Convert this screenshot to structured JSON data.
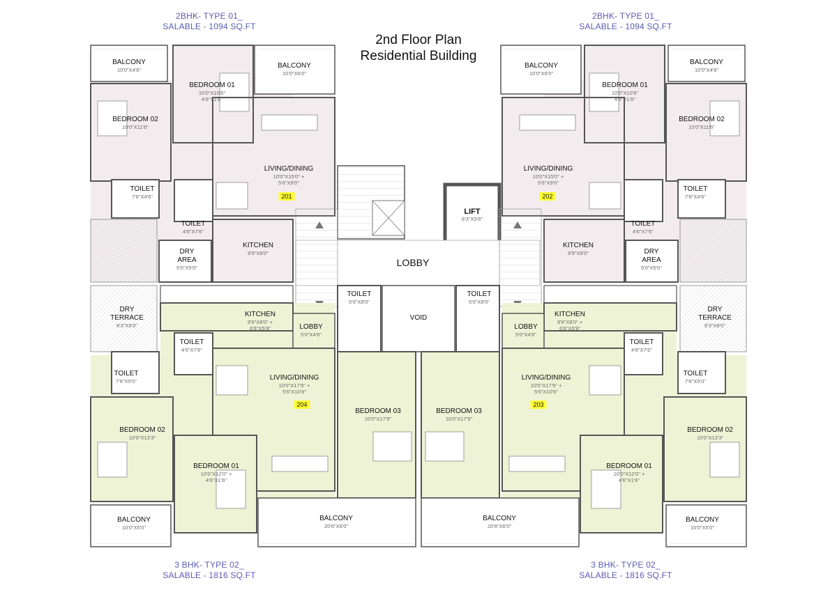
{
  "title": {
    "line1": "2nd Floor Plan",
    "line2": "Residential Building"
  },
  "unit_types": {
    "top_left": {
      "type": "2BHK- TYPE 01_",
      "salable": "SALABLE - 1094 SQ.FT"
    },
    "top_right": {
      "type": "2BHK- TYPE 01_",
      "salable": "SALABLE - 1094 SQ.FT"
    },
    "bottom_left": {
      "type": "3 BHK- TYPE 02_",
      "salable": "SALABLE - 1816 SQ.FT"
    },
    "bottom_right": {
      "type": "3 BHK- TYPE 02_",
      "salable": "SALABLE - 1816 SQ.FT"
    }
  },
  "core": {
    "lobby": "LOBBY",
    "lift": {
      "name": "LIFT",
      "dim": "6'3\"X5'6\""
    },
    "void": "VOID",
    "toilet_left": {
      "name": "TOILET",
      "dim": "5'0\"X8'0\""
    },
    "toilet_right": {
      "name": "TOILET",
      "dim": "5'0\"X8'0\""
    }
  },
  "unit_201": {
    "number": "201",
    "balcony_1": {
      "name": "BALCONY",
      "dim": "10'0\"X4'6\""
    },
    "balcony_2": {
      "name": "BALCONY",
      "dim": "10'0\"X6'0\""
    },
    "bedroom_01": {
      "name": "BEDROOM 01",
      "dim1": "10'0\"X10'6\"",
      "dim2": "4'6\"X1'6\""
    },
    "bedroom_02": {
      "name": "BEDROOM 02",
      "dim": "10'0\"X11'6\""
    },
    "living": {
      "name": "LIVING/DINING",
      "dim1": "10'0\"X15'0\" +",
      "dim2": "5'6\"X9'0\""
    },
    "toilet_1": {
      "name": "TOILET",
      "dim": "7'6\"X4'6\""
    },
    "toilet_2": {
      "name": "TOILET",
      "dim": "4'6\"X7'6\""
    },
    "kitchen": {
      "name": "KITCHEN",
      "dim": "9'9\"X8'0\""
    },
    "dry_area": {
      "name1": "DRY",
      "name2": "AREA",
      "dim": "5'0\"X5'0\""
    }
  },
  "unit_202": {
    "number": "202",
    "balcony_1": {
      "name": "BALCONY",
      "dim": "10'0\"X6'0\""
    },
    "balcony_2": {
      "name": "BALCONY",
      "dim": "10'0\"X4'6\""
    },
    "bedroom_01": {
      "name": "BEDROOM 01",
      "dim1": "10'0\"X10'6\"",
      "dim2": "4'6\"X1'6\""
    },
    "bedroom_02": {
      "name": "BEDROOM 02",
      "dim": "10'0\"X11'6\""
    },
    "living": {
      "name": "LIVING/DINING",
      "dim1": "10'0\"X15'0\" +",
      "dim2": "5'6\"X9'0\""
    },
    "toilet_1": {
      "name": "TOILET",
      "dim": "7'6\"X4'6\""
    },
    "toilet_2": {
      "name": "TOILET",
      "dim": "4'6\"X7'6\""
    },
    "kitchen": {
      "name": "KITCHEN",
      "dim": "9'9\"X8'0\""
    },
    "dry_area": {
      "name1": "DRY",
      "name2": "AREA",
      "dim": "5'0\"X5'0\""
    }
  },
  "unit_204": {
    "number": "204",
    "dry_terrace": {
      "name1": "DRY",
      "name2": "TERRACE",
      "dim": "8'3\"X8'0\""
    },
    "kitchen": {
      "name": "KITCHEN",
      "dim1": "9'9\"X8'0\" +",
      "dim2": "6'6\"X5'9\""
    },
    "lobby": {
      "name": "LOBBY",
      "dim": "5'0\"X4'6\""
    },
    "toilet_1": {
      "name": "TOILET",
      "dim": "4'6\"X7'6\""
    },
    "toilet_2": {
      "name": "TOILET",
      "dim": "7'6\"X5'0\""
    },
    "living": {
      "name": "LIVING/DINING",
      "dim1": "10'0\"X17'9\" +",
      "dim2": "5'6\"X10'6\""
    },
    "bedroom_01": {
      "name": "BEDROOM 01",
      "dim1": "10'0\"X12'0\" +",
      "dim2": "4'6\"X1'6\""
    },
    "bedroom_02": {
      "name": "BEDROOM 02",
      "dim": "10'0\"X13'3\""
    },
    "bedroom_03": {
      "name": "BEDROOM 03",
      "dim": "10'0\"X17'9\""
    },
    "balcony_1": {
      "name": "BALCONY",
      "dim": "10'0\"X5'0\""
    },
    "balcony_2": {
      "name": "BALCONY",
      "dim": "20'6\"X6'0\""
    }
  },
  "unit_203": {
    "number": "203",
    "dry_terrace": {
      "name1": "DRY",
      "name2": "TERRACE",
      "dim": "8'3\"X8'0\""
    },
    "kitchen": {
      "name": "KITCHEN",
      "dim1": "9'9\"X8'0\" +",
      "dim2": "6'6\"X5'9\""
    },
    "lobby": {
      "name": "LOBBY",
      "dim": "5'0\"X4'6\""
    },
    "toilet_1": {
      "name": "TOILET",
      "dim": "4'6\"X7'6\""
    },
    "toilet_2": {
      "name": "TOILET",
      "dim": "7'6\"X5'0\""
    },
    "living": {
      "name": "LIVING/DINING",
      "dim1": "10'0\"X17'9\" +",
      "dim2": "5'6\"X10'6\""
    },
    "bedroom_01": {
      "name": "BEDROOM 01",
      "dim1": "10'0\"X12'0\" +",
      "dim2": "4'6\"X1'6\""
    },
    "bedroom_02": {
      "name": "BEDROOM 02",
      "dim": "10'0\"X13'3\""
    },
    "bedroom_03": {
      "name": "BEDROOM 03",
      "dim": "10'0\"X17'9\""
    },
    "balcony_1": {
      "name": "BALCONY",
      "dim": "10'0\"X5'0\""
    },
    "balcony_2": {
      "name": "BALCONY",
      "dim": "20'6\"X6'0\""
    }
  },
  "colors": {
    "unit_2bhk": "#f3ecee",
    "unit_3bhk": "#eff3d6",
    "unit_number_badge": "#ffff33",
    "unit_type_text": "#5a5ab4",
    "wall": "#555555"
  }
}
